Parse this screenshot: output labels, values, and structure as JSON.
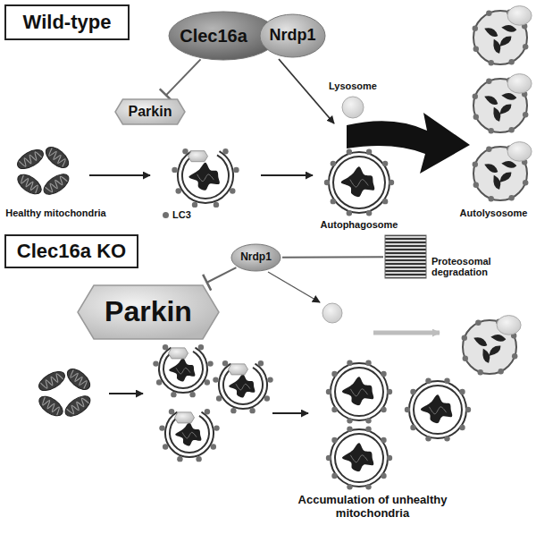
{
  "diagram": {
    "nodes": [
      {
        "text": [
          "Wild-type"
        ]
      },
      {
        "text": [
          "Clec16a"
        ]
      },
      {
        "text": [
          "Nrdp1"
        ]
      },
      {
        "text": [
          "Parkin"
        ]
      },
      {
        "text": [
          "Clec16a KO"
        ]
      },
      {
        "text": [
          "Nrdp1"
        ]
      },
      {
        "text": [
          "Proteosomal degradation"
        ]
      },
      {
        "text": [
          "Parkin"
        ]
      }
    ],
    "edges": [
      {
        "from": 1,
        "to": 3,
        "arrow": "to"
      },
      {
        "from": 5,
        "to": 6,
        "arrow": "none"
      },
      {
        "from": 5,
        "to": 7,
        "arrow": "to"
      }
    ],
    "labels": [
      "Lysosome",
      "Healthy mitochondria",
      "Autophagosome",
      "Autolysosome",
      "Accumulation of unhealthy mitochondria"
    ],
    "legend": [
      {
        "text": "LC3",
        "color": "#707070"
      }
    ]
  }
}
